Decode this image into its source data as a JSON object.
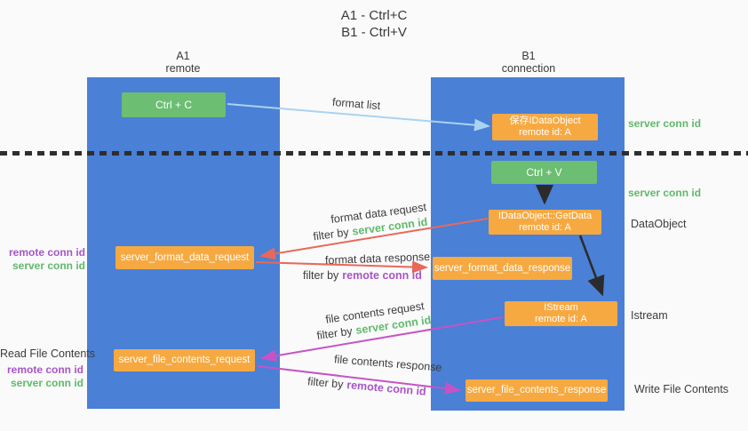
{
  "title": {
    "line1": "A1 - Ctrl+C",
    "line2": "B1 - Ctrl+V"
  },
  "columns": {
    "a": {
      "name": "A1",
      "subtitle": "remote"
    },
    "b": {
      "name": "B1",
      "subtitle": "connection"
    }
  },
  "boxes": {
    "ctrl_c": "Ctrl + C",
    "ctrl_v": "Ctrl + V",
    "save_idataobject": {
      "line1": "保存IDataObject",
      "line2": "remote id: A"
    },
    "getdata": {
      "line1": "IDataObject::GetData",
      "line2": "remote id: A"
    },
    "istream": {
      "line1": "IStream",
      "line2": "remote id: A"
    },
    "format_request": "server_format_data_request",
    "format_response": "server_format_data_response",
    "file_request": "server_file_contents_request",
    "file_response": "server_file_contents_response"
  },
  "labels": {
    "format_list": "format list",
    "format_data_request": "format data request",
    "format_data_response": "format data response",
    "file_contents_request": "file contents request",
    "file_contents_response": "file contents response",
    "filter_by": "filter by",
    "server_conn_id": "server conn id",
    "remote_conn_id": "remote conn id",
    "read_file_contents": "Read File Contents",
    "write_file_contents": "Write File Contents",
    "dataobject": "DataObject",
    "istream": "Istream"
  },
  "colors": {
    "column_blue": "#4a80d5",
    "box_green": "#6cbe72",
    "box_orange": "#f7a941",
    "text_green": "#5fb96a",
    "text_purple": "#a855c8",
    "arrow_red": "#e8695a",
    "arrow_magenta": "#c653c6",
    "arrow_lightblue": "#a9d3f2",
    "arrow_black": "#2b2b2b",
    "dash_line": "#2e2e2e"
  }
}
